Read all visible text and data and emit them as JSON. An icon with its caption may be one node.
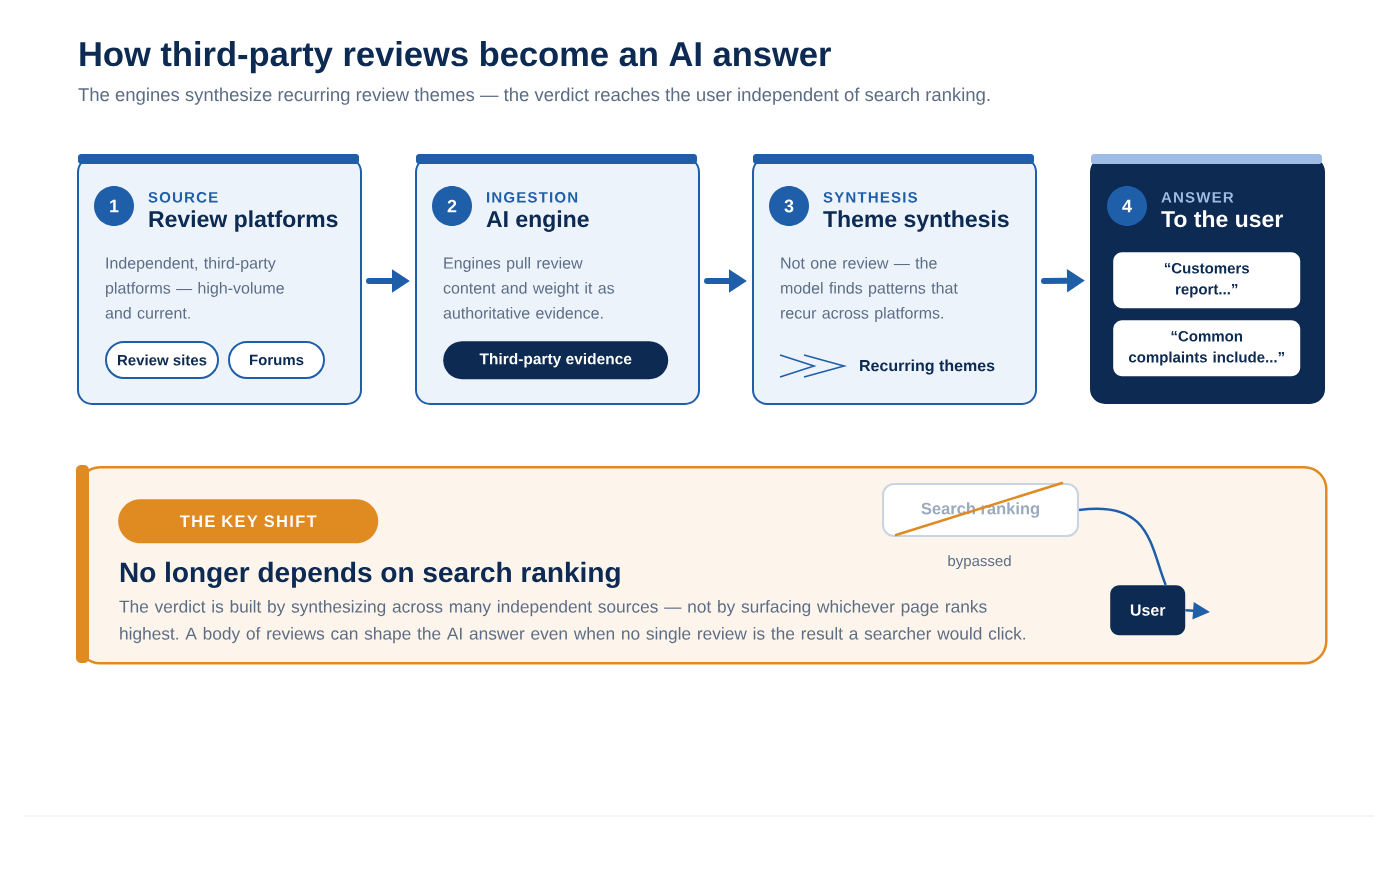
{
  "diagram": {
    "title": "How third-party reviews become an AI answer",
    "nodes": [
      {
        "text": [
          "SOURCE",
          "Review platforms",
          "Independent, third-party platforms — high-volume and current."
        ]
      },
      {
        "text": [
          "1"
        ],
        "in": 0
      },
      {
        "text": [
          "Review sites"
        ],
        "in": 0
      },
      {
        "text": [
          "Forums"
        ],
        "in": 0
      },
      {
        "text": [
          "INGESTION",
          "AI engine",
          "Engines pull review content and weight it as authoritative evidence."
        ]
      },
      {
        "text": [
          "2"
        ],
        "in": 4
      },
      {
        "text": [
          "Third-party evidence"
        ],
        "in": 4
      },
      {
        "text": [
          "SYNTHESIS",
          "Theme synthesis",
          "Not one review — the model finds patterns that recur across platforms.",
          "Recurring themes"
        ]
      },
      {
        "text": [
          "3"
        ],
        "in": 7
      },
      {
        "text": [
          "ANSWER",
          "To the user"
        ]
      },
      {
        "text": [
          "4"
        ],
        "in": 9
      },
      {
        "text": [
          "“Customers report...”"
        ],
        "in": 9
      },
      {
        "text": [
          "“Common complaints include...”"
        ],
        "in": 9
      },
      {
        "text": [
          "No longer depends on search ranking",
          "The verdict is built by synthesizing across many independent sources — not by surfacing whichever page ranks highest. A body of reviews can shape the AI answer even when no single review is the result a searcher would click."
        ]
      },
      {
        "text": [
          "THE KEY SHIFT"
        ],
        "in": 13
      },
      {
        "text": [
          "Search ranking"
        ],
        "beside": [
          "bypassed"
        ],
        "in": 13
      },
      {
        "text": [
          "User"
        ],
        "in": 13
      }
    ],
    "edges": [
      {
        "from": 0,
        "to": 4,
        "arrow": "to"
      },
      {
        "from": 4,
        "to": 7,
        "arrow": "to"
      },
      {
        "from": 7,
        "to": 9,
        "arrow": "to"
      },
      {
        "from": 15,
        "to": 16,
        "arrow": "none"
      },
      {
        "from": 16,
        "to": null,
        "arrow": "to"
      }
    ],
    "labels": [
      "The engines synthesize recurring review themes — the verdict reaches the user independent of search ranking."
    ]
  }
}
